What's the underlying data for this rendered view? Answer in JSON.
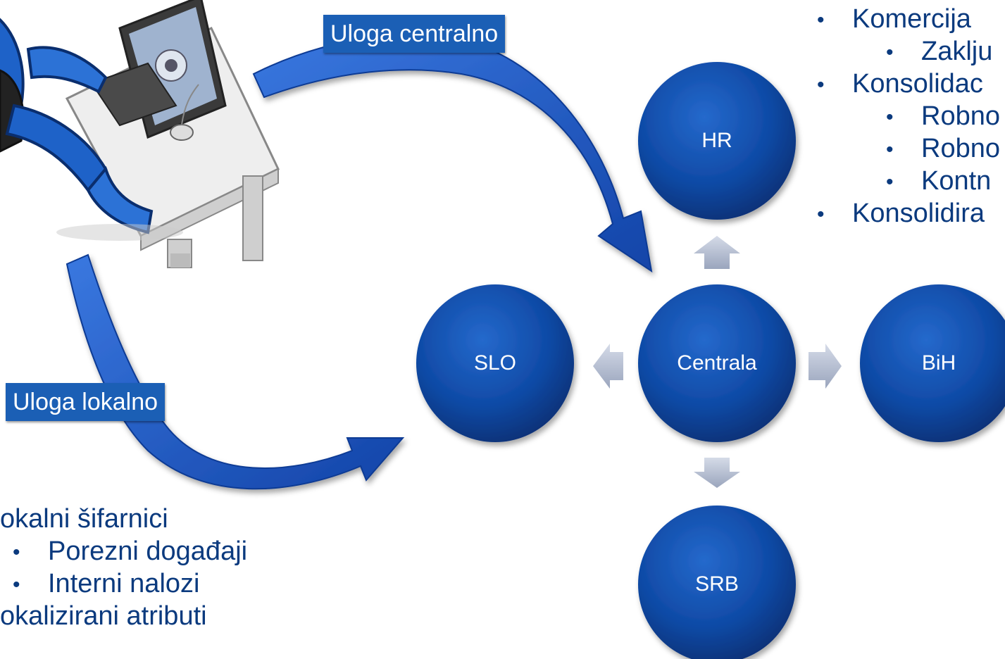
{
  "labels": {
    "central_role": "Uloga centralno",
    "local_role": "Uloga lokalno"
  },
  "nodes": {
    "center": "Centrala",
    "top": "HR",
    "left": "SLO",
    "right": "BiH",
    "bottom": "SRB"
  },
  "right_list": {
    "items": [
      {
        "level": 1,
        "text": "Komercija"
      },
      {
        "level": 2,
        "text": "Zaklju"
      },
      {
        "level": 1,
        "text": "Konsolidac"
      },
      {
        "level": 2,
        "text": "Robno"
      },
      {
        "level": 2,
        "text": "Robno"
      },
      {
        "level": 2,
        "text": "Kontn"
      },
      {
        "level": 1,
        "text": "Konsolidira"
      }
    ]
  },
  "left_list": {
    "items": [
      {
        "level": 1,
        "text": "okalni šifarnici"
      },
      {
        "level": 2,
        "text": "Porezni događaji"
      },
      {
        "level": 2,
        "text": "Interni nalozi"
      },
      {
        "level": 1,
        "text": "okalizirani atributi"
      }
    ]
  },
  "colors": {
    "circle_dark": "#0b3e8c",
    "circle_light": "#1e5fc0",
    "arrow_blue": "#1a55c4",
    "connector_grey": "#b9c1d4",
    "text_dark_blue": "#0b3a7e"
  }
}
